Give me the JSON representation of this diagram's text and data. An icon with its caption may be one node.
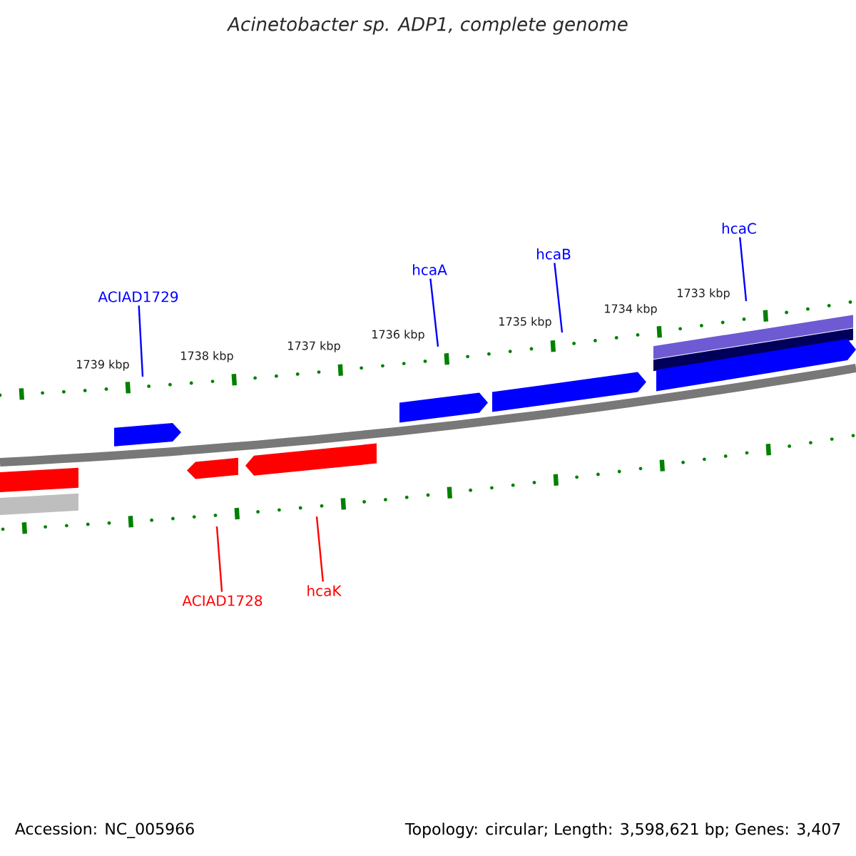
{
  "diagram": {
    "title": "*Acinetobacter* sp. ADP1, complete genome",
    "nodes": [
      {
        "text": [
          "hcaC"
        ]
      },
      {
        "text": [
          "hcaB"
        ]
      },
      {
        "text": [
          "hcaA"
        ]
      },
      {
        "text": [
          "ACIAD1729"
        ]
      },
      {
        "text": [
          "hcaK"
        ]
      },
      {
        "text": [
          "ACIAD1728"
        ]
      },
      {
        "text": [],
        "shape": "bar"
      },
      {
        "text": [],
        "shape": "bar"
      },
      {
        "text": [],
        "shape": "pentagon"
      },
      {
        "text": [],
        "shape": "pentagon"
      },
      {
        "text": [],
        "shape": "pentagon"
      },
      {
        "text": [],
        "shape": "pentagon"
      },
      {
        "text": [],
        "shape": "bar"
      },
      {
        "text": [],
        "shape": "bar"
      },
      {
        "text": [],
        "shape": "pentagon"
      },
      {
        "text": [],
        "shape": "pentagon"
      }
    ],
    "edges": [
      {
        "from": 0,
        "to": null,
        "arrow": "none"
      },
      {
        "from": 1,
        "to": null,
        "arrow": "none"
      },
      {
        "from": 2,
        "to": null,
        "arrow": "none"
      },
      {
        "from": 3,
        "to": null,
        "arrow": "none"
      },
      {
        "from": 4,
        "to": null,
        "arrow": "none",
        "color": "#ff0000"
      },
      {
        "from": 5,
        "to": null,
        "arrow": "none",
        "color": "#ff0000"
      }
    ],
    "labels": [
      "1739 kbp",
      "1738 kbp",
      "1737 kbp",
      "1736 kbp",
      "1735 kbp",
      "1734 kbp",
      "1733 kbp",
      "Accession: NC_005966",
      "Topology: circular; Length: 3,598,621 bp; Genes: 3,407"
    ]
  }
}
